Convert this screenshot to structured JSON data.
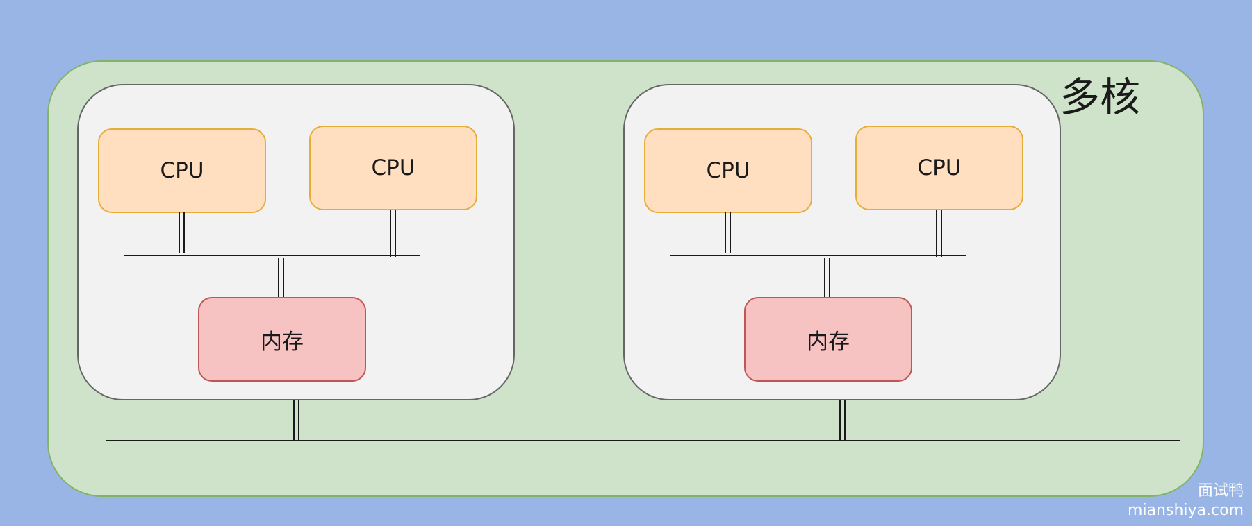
{
  "diagram": {
    "title": "多核",
    "nodes": [
      {
        "cpus": [
          "CPU",
          "CPU"
        ],
        "memory": "内存"
      },
      {
        "cpus": [
          "CPU",
          "CPU"
        ],
        "memory": "内存"
      }
    ]
  },
  "watermark": {
    "line1": "面试鸭",
    "line2": "mianshiya.com"
  },
  "colors": {
    "background": "#99b5e6",
    "outer_fill": "#cfe3ca",
    "outer_border": "#82b366",
    "node_fill": "#f2f2f2",
    "cpu_fill": "#ffdfc0",
    "cpu_border": "#e7ad3a",
    "memory_fill": "#f7c3c2",
    "memory_border": "#bd5654"
  }
}
